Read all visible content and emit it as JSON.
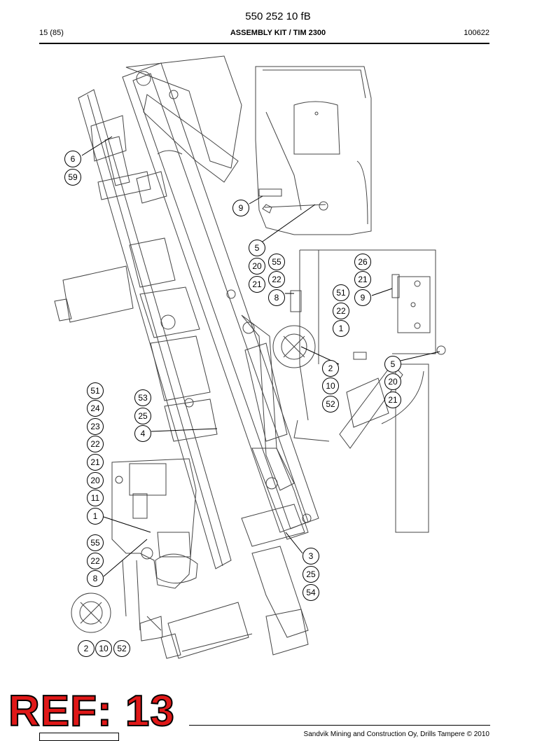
{
  "header": {
    "doc_number": "550 252 10 fB",
    "page": "15 (85)",
    "title": "ASSEMBLY KIT / TIM 2300",
    "date": "100622"
  },
  "footer": {
    "copyright": "Sandvik Mining and Construction Oy, Drills Tampere © 2010"
  },
  "stamp": {
    "text": "REF: 13",
    "color": "#e01818"
  },
  "callouts": {
    "c6": "6",
    "c59": "59",
    "c9a": "9",
    "c5a": "5",
    "c20a": "20",
    "c55a": "55",
    "c21a": "21",
    "c22a": "22",
    "c8a": "8",
    "c26": "26",
    "c21b": "21",
    "c51a": "51",
    "c9b": "9",
    "c22b": "22",
    "c1a": "1",
    "c2a": "2",
    "c10a": "10",
    "c52a": "52",
    "c5b": "5",
    "c20b": "20",
    "c21c": "21",
    "c51b": "51",
    "c24": "24",
    "c23": "23",
    "c22c": "22",
    "c21d": "21",
    "c20c": "20",
    "c11": "11",
    "c1b": "1",
    "c55b": "55",
    "c22d": "22",
    "c8b": "8",
    "c53": "53",
    "c25a": "25",
    "c4": "4",
    "c3": "3",
    "c25b": "25",
    "c54": "54",
    "c2b": "2",
    "c10b": "10",
    "c52b": "52"
  }
}
